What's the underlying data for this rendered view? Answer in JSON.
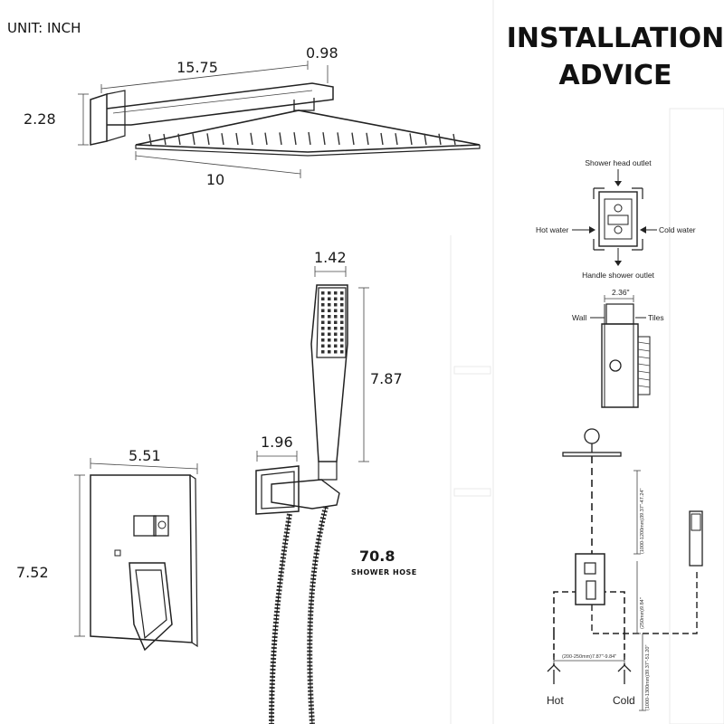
{
  "unit_label": "UNIT: INCH",
  "installation_title": [
    "INSTALLATION",
    "ADVICE"
  ],
  "shower_head": {
    "arm_length": "15.75",
    "arm_thickness": "0.98",
    "height": "2.28",
    "width": "10"
  },
  "hand_shower": {
    "width": "1.42",
    "length": "7.87",
    "holder_width": "1.96"
  },
  "valve_plate": {
    "width": "5.51",
    "height": "7.52"
  },
  "hose": {
    "length": "70.8",
    "label": "SHOWER HOSE"
  },
  "valve_top_view": {
    "shower_head_outlet": "Shower head outlet",
    "hot_water": "Hot water",
    "cold_water": "Cold water",
    "handle_outlet": "Handle shower outlet"
  },
  "valve_side_view": {
    "depth": "2.36\"",
    "wall": "Wall",
    "tiles": "Tiles"
  },
  "install_diagram": {
    "height_top": "(1000-1200mm)39.37\"-47.24\"",
    "height_mid": "(250mm)9.84\"",
    "height_floor": "(1000-1300mm)39.37\"-51.20\"",
    "spacing": "(200-250mm)7.87\"-9.84\"",
    "hot": "Hot",
    "cold": "Cold"
  }
}
